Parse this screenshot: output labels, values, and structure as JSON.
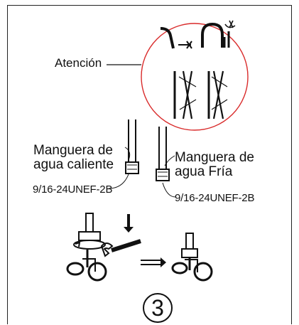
{
  "labels": {
    "attention": "Atención",
    "hot_hose_line_1": "Manguera de",
    "hot_hose_line_2": "agua caliente",
    "cold_hose_line_1": "Manguera de",
    "cold_hose_line_2": "agua Fría",
    "hot_thread_spec": "9/16-24UNEF-2B",
    "cold_thread_spec": "9/16-24UNEF-2B",
    "step_number": "3"
  },
  "colors": {
    "line": "#111111",
    "circle_outline": "#d92b2b",
    "background": "#ffffff"
  },
  "icons": {
    "down_arrow": "down-arrow-icon",
    "right_arrow": "double-right-arrow-icon",
    "wrench": "wrench-icon"
  }
}
